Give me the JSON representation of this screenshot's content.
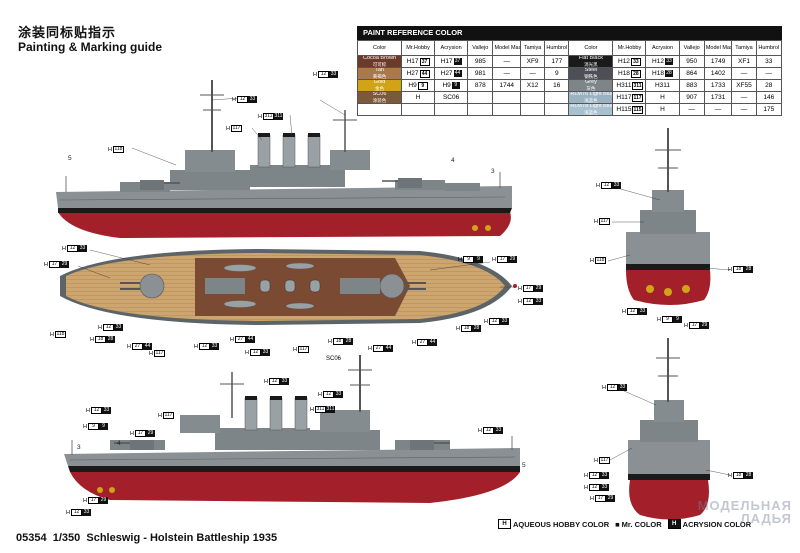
{
  "header": {
    "title_cn": "涂装同标贴指示",
    "title_en": "Painting & Marking guide"
  },
  "paint_table": {
    "title": "PAINT REFERENCE COLOR",
    "columns": [
      "Color",
      "Mr.Hobby",
      "Acrysion",
      "Vallejo",
      "Model Master",
      "Tamiya",
      "Humbrol"
    ],
    "left_rows": [
      {
        "name": "Cocoa Brown",
        "name_cn": "可可棕",
        "color": "#6b3a2a",
        "hobby": "H17",
        "hobby_code": "37",
        "acrysion": "H17",
        "acrysion_code": "37",
        "vallejo": "985",
        "model_master": "—",
        "tamiya": "XF9",
        "humbrol": "177"
      },
      {
        "name": "Tan",
        "name_cn": "黄褐色",
        "color": "#a9784d",
        "hobby": "H27",
        "hobby_code": "44",
        "acrysion": "H27",
        "acrysion_code": "44",
        "vallejo": "981",
        "model_master": "—",
        "tamiya": "—",
        "humbrol": "9"
      },
      {
        "name": "Gold",
        "name_cn": "金色",
        "color": "#d1a316",
        "hobby": "H9",
        "hobby_code": "9",
        "acrysion": "H9",
        "acrysion_code": "9",
        "vallejo": "878",
        "model_master": "1744",
        "tamiya": "X12",
        "humbrol": "16"
      },
      {
        "name": "SC06",
        "name_cn": "涂装色",
        "color": "#7a5a3a",
        "hobby": "H",
        "hobby_code": "",
        "acrysion": "SC06",
        "acrysion_code": "",
        "vallejo": "",
        "model_master": "",
        "tamiya": "",
        "humbrol": ""
      }
    ],
    "right_rows": [
      {
        "name": "Flat Black",
        "name_cn": "消光黑",
        "color": "#1a1a1a",
        "hobby": "H12",
        "hobby_code": "33",
        "acrysion": "H12",
        "acrysion_code": "33",
        "vallejo": "950",
        "model_master": "1749",
        "tamiya": "XF1",
        "humbrol": "33"
      },
      {
        "name": "Steel",
        "name_cn": "钢铁色",
        "color": "#4c5056",
        "hobby": "H18",
        "hobby_code": "28",
        "acrysion": "H18",
        "acrysion_code": "28",
        "vallejo": "864",
        "model_master": "1402",
        "tamiya": "—",
        "humbrol": "—"
      },
      {
        "name": "Grey",
        "name_cn": "灰色",
        "color": "#7e8589",
        "hobby": "H311",
        "hobby_code": "311",
        "acrysion": "H311",
        "acrysion_code": "",
        "vallejo": "883",
        "model_master": "1733",
        "tamiya": "XF55",
        "humbrol": "28"
      },
      {
        "name": "RLM76 Light Blue",
        "name_cn": "浅蓝色",
        "color": "#9ab2c2",
        "hobby": "H117",
        "hobby_code": "117",
        "acrysion": "H",
        "acrysion_code": "",
        "vallejo": "907",
        "model_master": "1731",
        "tamiya": "—",
        "humbrol": "146"
      },
      {
        "name": "RLM78 Light Blue",
        "name_cn": "浅蓝色",
        "color": "#a9c0cf",
        "hobby": "H115",
        "hobby_code": "115",
        "acrysion": "H",
        "acrysion_code": "",
        "vallejo": "—",
        "model_master": "—",
        "tamiya": "—",
        "humbrol": "175"
      }
    ]
  },
  "callouts": {
    "h12_33": {
      "a": "12",
      "b": "33"
    },
    "h117": {
      "a": "117",
      "b": ""
    },
    "h118": {
      "a": "118",
      "b": ""
    },
    "h311": {
      "a": "311",
      "b": "311"
    },
    "h17_29": {
      "a": "17",
      "b": "29"
    },
    "h9_9": {
      "a": "9",
      "b": "9"
    },
    "h18_28": {
      "a": "18",
      "b": "28"
    },
    "h27_44": {
      "a": "27",
      "b": "44"
    },
    "h": "H",
    "sc06": "SC06"
  },
  "part_numbers": {
    "n3": "3",
    "n4": "4",
    "n5": "5"
  },
  "legend": {
    "aqueous": "AQUEOUS HOBBY COLOR",
    "mr": "Mr. COLOR",
    "acrysion": "ACRYSION COLOR",
    "aqueous_symbol": "H",
    "mr_symbol": "■",
    "acrysion_symbol": "H"
  },
  "footer": {
    "code": "05354",
    "scale": "1/350",
    "name": "Schleswig - Holstein Battleship 1935"
  },
  "watermark": {
    "line1": "МОДЕЛЬНАЯ",
    "line2": "ЛАДЬЯ"
  },
  "colors": {
    "hull_grey": "#8a9094",
    "hull_red": "#a3202a",
    "deck_wood": "#c8a16a",
    "deck_brown": "#7b4a33",
    "black": "#111111"
  }
}
